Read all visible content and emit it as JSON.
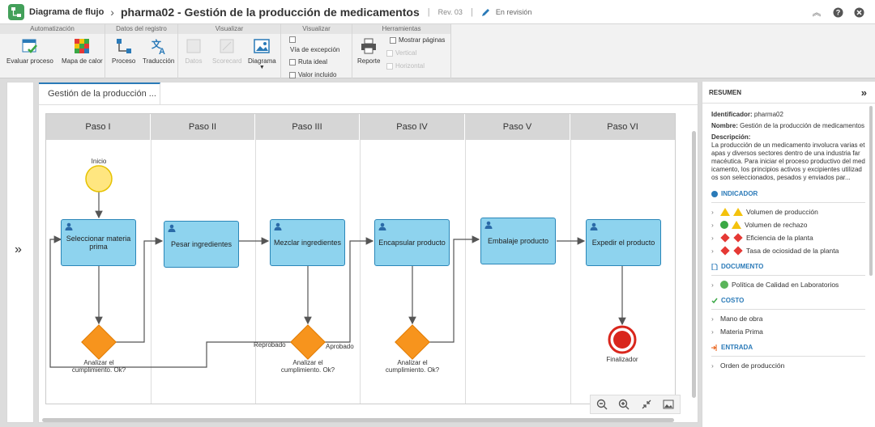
{
  "header": {
    "module": "Diagrama de flujo",
    "title": "pharma02 - Gestión de la producción de medicamentos",
    "rev": "Rev. 03",
    "status": "En revisión"
  },
  "ribbon": {
    "groups": [
      "Automatización",
      "Datos del registro",
      "Visualizar",
      "Visualizar",
      "Herramientas"
    ],
    "buttons": {
      "evaluar": "Evaluar proceso",
      "mapa": "Mapa de calor",
      "proceso": "Proceso",
      "traduccion": "Traducción",
      "datos": "Datos",
      "scorecard": "Scorecard",
      "diagrama": "Diagrama",
      "reporte": "Reporte"
    },
    "checks": {
      "via": "Vía de excepción",
      "ruta": "Ruta ideal",
      "valor": "Valor incluido",
      "mostrar": "Mostrar páginas",
      "vertical": "Vertical",
      "horizontal": "Horizontal"
    }
  },
  "tab": {
    "label": "Gestión de la producción ..."
  },
  "lanes": [
    "Paso I",
    "Paso II",
    "Paso III",
    "Paso IV",
    "Paso V",
    "Paso VI"
  ],
  "diagram": {
    "start": "Inicio",
    "end": "Finalizador",
    "tasks": [
      "Seleccionar materia prima",
      "Pesar ingredientes",
      "Mezclar ingredientes",
      "Encapsular producto",
      "Embalaje producto",
      "Expedir el producto"
    ],
    "gateway": "Analizar el cumplimiento. Ok?",
    "reprobado": "Reprobado",
    "aprobado": "Aprobado"
  },
  "summary": {
    "title": "RESUMEN",
    "id_label": "Identificador:",
    "id_value": "pharma02",
    "name_label": "Nombre:",
    "name_value": "Gestión de la producción de medicamentos",
    "desc_label": "Descripción:",
    "desc_value": "La producción de un medicamento involucra varias etapas y diversos sectores dentro de una industria farmacéutica. Para iniciar el proceso productivo del medicamento, los principios activos y excipientes utilizados son seleccionados, pesados y enviados par...",
    "indicador": "INDICADOR",
    "indicators": [
      "Volumen de producción",
      "Volumen de rechazo",
      "Eficiencia de la planta",
      "Tasa de ociosidad de la planta"
    ],
    "documento": "DOCUMENTO",
    "documents": [
      "Política de Calidad en Laboratorios"
    ],
    "costo": "COSTO",
    "costs": [
      "Mano de obra",
      "Materia Prima"
    ],
    "entrada": "ENTRADA",
    "inputs": [
      "Orden de producción"
    ]
  },
  "colors": {
    "accent": "#2a7ab8",
    "task_fill": "#8ed3ee",
    "gateway": "#f7941d",
    "start": "#ffe680",
    "end": "#d9261c"
  }
}
